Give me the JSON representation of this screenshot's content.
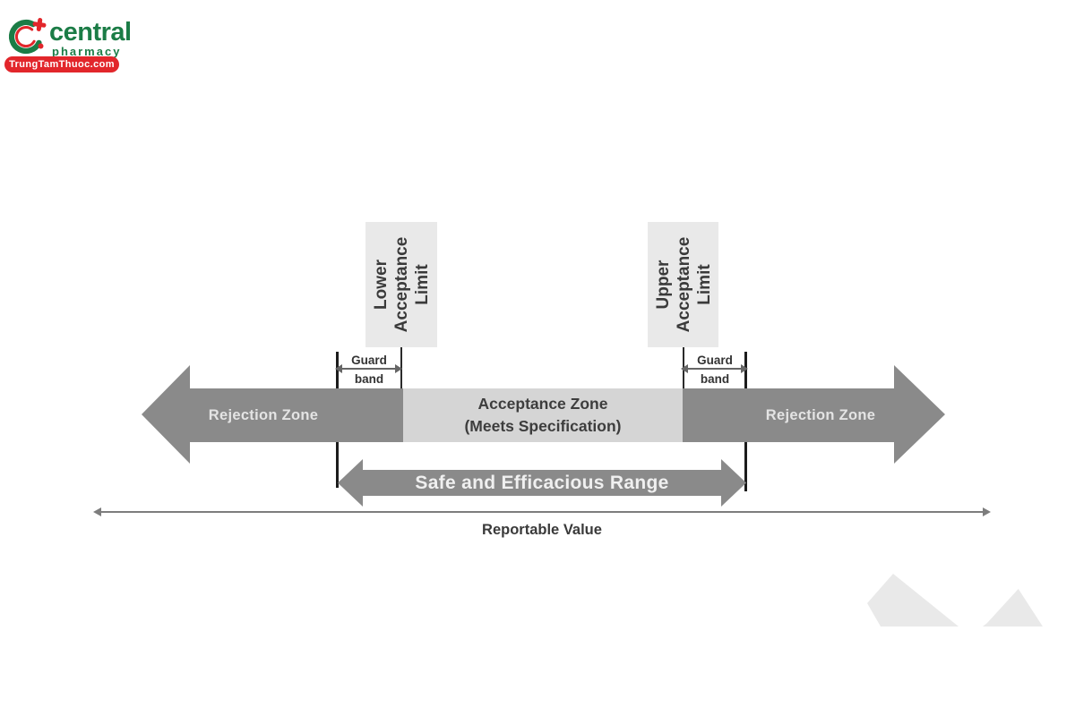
{
  "logo": {
    "brand": "central",
    "subtitle": "pharmacy",
    "banner": "TrungTamThuoc.com"
  },
  "colors": {
    "logo_green": "#1b7c46",
    "logo_red": "#e2262b",
    "bar_dark": "#8a8a8a",
    "bar_light": "#d5d5d5",
    "limit_box_gray": "#e9e9e9",
    "text_dark": "#3a3a3a",
    "text_light_on_dark": "#e4e4e4",
    "limit_line_black": "#1c1c1c",
    "axis_gray": "#7d7d7d",
    "watermark_gray": "#e9e9e9"
  },
  "diagram": {
    "lower_limit": {
      "lines": [
        "Lower",
        "Acceptance",
        "Limit"
      ]
    },
    "upper_limit": {
      "lines": [
        "Upper",
        "Acceptance",
        "Limit"
      ]
    },
    "guard_band_left": {
      "line1": "Guard",
      "line2": "band"
    },
    "guard_band_right": {
      "line1": "Guard",
      "line2": "band"
    },
    "rejection_left": "Rejection Zone",
    "rejection_right": "Rejection Zone",
    "acceptance_title": "Acceptance Zone",
    "acceptance_subtitle": "(Meets Specification)",
    "safe_range": "Safe and Efficacious Range",
    "reportable_value": "Reportable Value"
  }
}
